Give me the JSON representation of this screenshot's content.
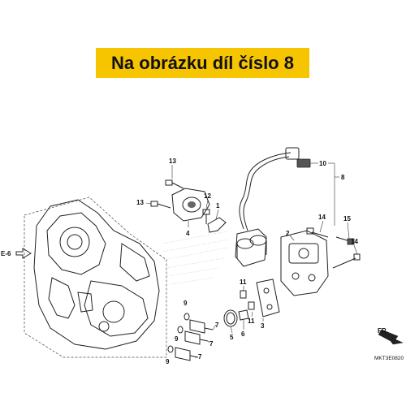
{
  "banner": {
    "text": "Na obrázku díl číslo 8",
    "color": "#f7c500"
  },
  "diagram": {
    "labels": {
      "p1": "1",
      "p2": "2",
      "p3": "3",
      "p4": "4",
      "p5": "5",
      "p6": "6",
      "p7a": "7",
      "p7b": "7",
      "p7c": "7",
      "p8": "8",
      "p9a": "9",
      "p9b": "9",
      "p9c": "9",
      "p10": "10",
      "p11a": "11",
      "p11b": "11",
      "p12": "12",
      "p13a": "13",
      "p13b": "13",
      "p14a": "14",
      "p14b": "14",
      "p15": "15"
    },
    "ref_label": "E-6",
    "fr_label": "FR.",
    "diagram_code": "MKT3E0820"
  }
}
